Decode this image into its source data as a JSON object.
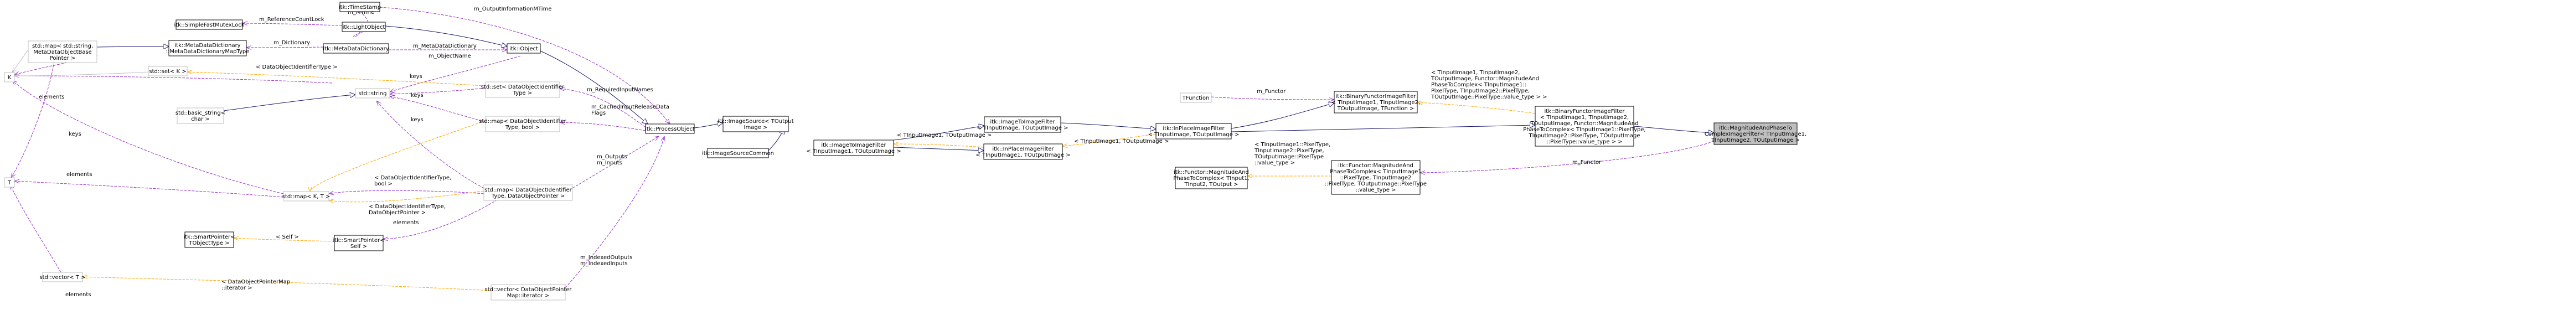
{
  "colors": {
    "inheritance": "#191970",
    "usage": "#9a32cd",
    "template": "#ffa500",
    "external": "#bfbfbf",
    "root_fill": "#bfbfbf"
  },
  "nodes": {
    "timestamp": [
      "itk::TimeStamp"
    ],
    "simplefastmutexlock": [
      "itk::SimpleFastMutexLock"
    ],
    "lightobject": [
      "itk::LightObject"
    ],
    "mddmaptype": [
      "itk::MetaDataDictionary",
      "::MetaDataDictionaryMapType"
    ],
    "mdd": [
      "itk::MetaDataDictionary"
    ],
    "object": [
      "itk::Object"
    ],
    "stdmap_string": [
      "std::map< std::string,",
      "MetaDataObjectBase",
      "Pointer >"
    ],
    "k": [
      "K"
    ],
    "stdset_k": [
      "std::set< K >"
    ],
    "basicstring": [
      "std::basic_string<",
      "char >"
    ],
    "stdstring": [
      "std::string"
    ],
    "t": [
      "T"
    ],
    "stdmap_kt": [
      "std::map< K, T >"
    ],
    "stdvector_t": [
      "std::vector< T >"
    ],
    "smartptr_objtype": [
      "itk::SmartPointer<",
      "TObjectType >"
    ],
    "smartptr_self": [
      "itk::SmartPointer<",
      "Self >"
    ],
    "stdset_dataobjid": [
      "std::set< DataObjectIdentifier",
      "Type >"
    ],
    "stdmap_dataobjid_bool": [
      "std::map< DataObjectIdentifier",
      "Type, bool >"
    ],
    "stdmap_dataobjptr": [
      "std::map< DataObjectIdentifier",
      "Type, DataObjectPointer >"
    ],
    "stdvector_dataobjptrmap": [
      "std::vector< DataObjectPointer",
      "Map::iterator >"
    ],
    "processobject": [
      "itk::ProcessObject"
    ],
    "imagesourcecommon": [
      "itk::ImageSourceCommon"
    ],
    "imagesource": [
      "itk::ImageSource< TOutput",
      "Image >"
    ],
    "imagetoimagefilter_in": [
      "itk::ImageToImageFilter",
      "< TInputImage1, TOutputImage >"
    ],
    "imagetoimagefilter": [
      "itk::ImageToImageFilter",
      "< TInputImage, TOutputImage >"
    ],
    "inplace_in": [
      "itk::InPlaceImageFilter",
      "< TInputImage1, TOutputImage >"
    ],
    "inplace": [
      "itk::InPlaceImageFilter",
      "< TInputImage, TOutputImage >"
    ],
    "binaryfunctor_tmpl": [
      "itk::BinaryFunctorImageFilter",
      "< TInputImage1, TInputImage2,",
      "TOutputImage, TFunction >"
    ],
    "tfunction": [
      "TFunction"
    ],
    "functor_tmpl": [
      "itk::Functor::MagnitudeAnd",
      "PhaseToComplex< TInput1,",
      "TInput2, TOutput >"
    ],
    "functor_inst": [
      "itk::Functor::MagnitudeAnd",
      "PhaseToComplex< TInputImage1",
      "::PixelType, TInputImage2",
      "::PixelType, TOutputImage::PixelType",
      "::value_type >"
    ],
    "binaryfunctor_inst": [
      "itk::BinaryFunctorImageFilter",
      "< TInputImage1, TInputImage2,",
      "TOutputImage, Functor::MagnitudeAnd",
      "PhaseToComplex< TInputImage1::PixelType,",
      "TInputImage2::PixelType, TOutputImage",
      "::PixelType::value_type > >"
    ],
    "root": [
      "itk::MagnitudeAndPhaseTo",
      "ComplexImageFilter< TInputImage1,",
      "TInputImage2, TOutputImage >"
    ]
  },
  "edge_labels": {
    "m_MTime": [
      "m_MTime"
    ],
    "m_ReferenceCountLock": [
      "m_ReferenceCountLock"
    ],
    "m_OutputInformationMTime": [
      "m_OutputInformationMTime"
    ],
    "m_Dictionary": [
      "m_Dictionary"
    ],
    "m_MetaDataDictionary": [
      "m_MetaDataDictionary"
    ],
    "m_ObjectName": [
      "m_ObjectName"
    ],
    "keys_map_string": [
      "keys"
    ],
    "elements_map_string": [
      "elements"
    ],
    "dataobjidtype_set": [
      "< DataObjectIdentifierType >"
    ],
    "keys_set": [
      "keys"
    ],
    "keys_map_bool": [
      "keys"
    ],
    "keys_map_ptr": [
      "keys"
    ],
    "m_RequiredInputNames": [
      "m_RequiredInputNames"
    ],
    "m_CachedInputReleaseData": [
      "m_CachedInputReleaseData",
      "Flags"
    ],
    "keys_k_map": [
      "keys"
    ],
    "elements_t_map": [
      "elements"
    ],
    "dataobjidtype_bool": [
      "< DataObjectIdentifierType,",
      "bool >"
    ],
    "dataobjidtype_ptr": [
      "< DataObjectIdentifierType,",
      "DataObjectPointer >"
    ],
    "m_Outputs": [
      "m_Outputs",
      "m_Inputs"
    ],
    "self": [
      "< Self >"
    ],
    "elements_ptr": [
      "elements"
    ],
    "elements_vec": [
      "elements"
    ],
    "dataobjptrmap_iter": [
      "< DataObjectPointerMap",
      "::iterator >"
    ],
    "m_IndexedOutputs": [
      "m_IndexedOutputs",
      "m_IndexedInputs"
    ],
    "in1_out": [
      "< TInputImage1, TOutputImage >"
    ],
    "in1_out_b": [
      "< TInputImage1, TOutputImage >"
    ],
    "m_Functor_tfunc": [
      "m_Functor"
    ],
    "m_Functor": [
      "m_Functor"
    ],
    "functor_args": [
      "< TInputImage1::PixelType,",
      "TInputImage2::PixelType,",
      "TOutputImage::PixelType",
      "::value_type >"
    ],
    "binfunc_args": [
      "< TInputImage1, TInputImage2,",
      "TOutputImage, Functor::MagnitudeAnd",
      "PhaseToComplex< TInputImage1::",
      "PixelType, TInputImage2::PixelType,",
      "TOutputImage::PixelType::value_type > >"
    ]
  }
}
